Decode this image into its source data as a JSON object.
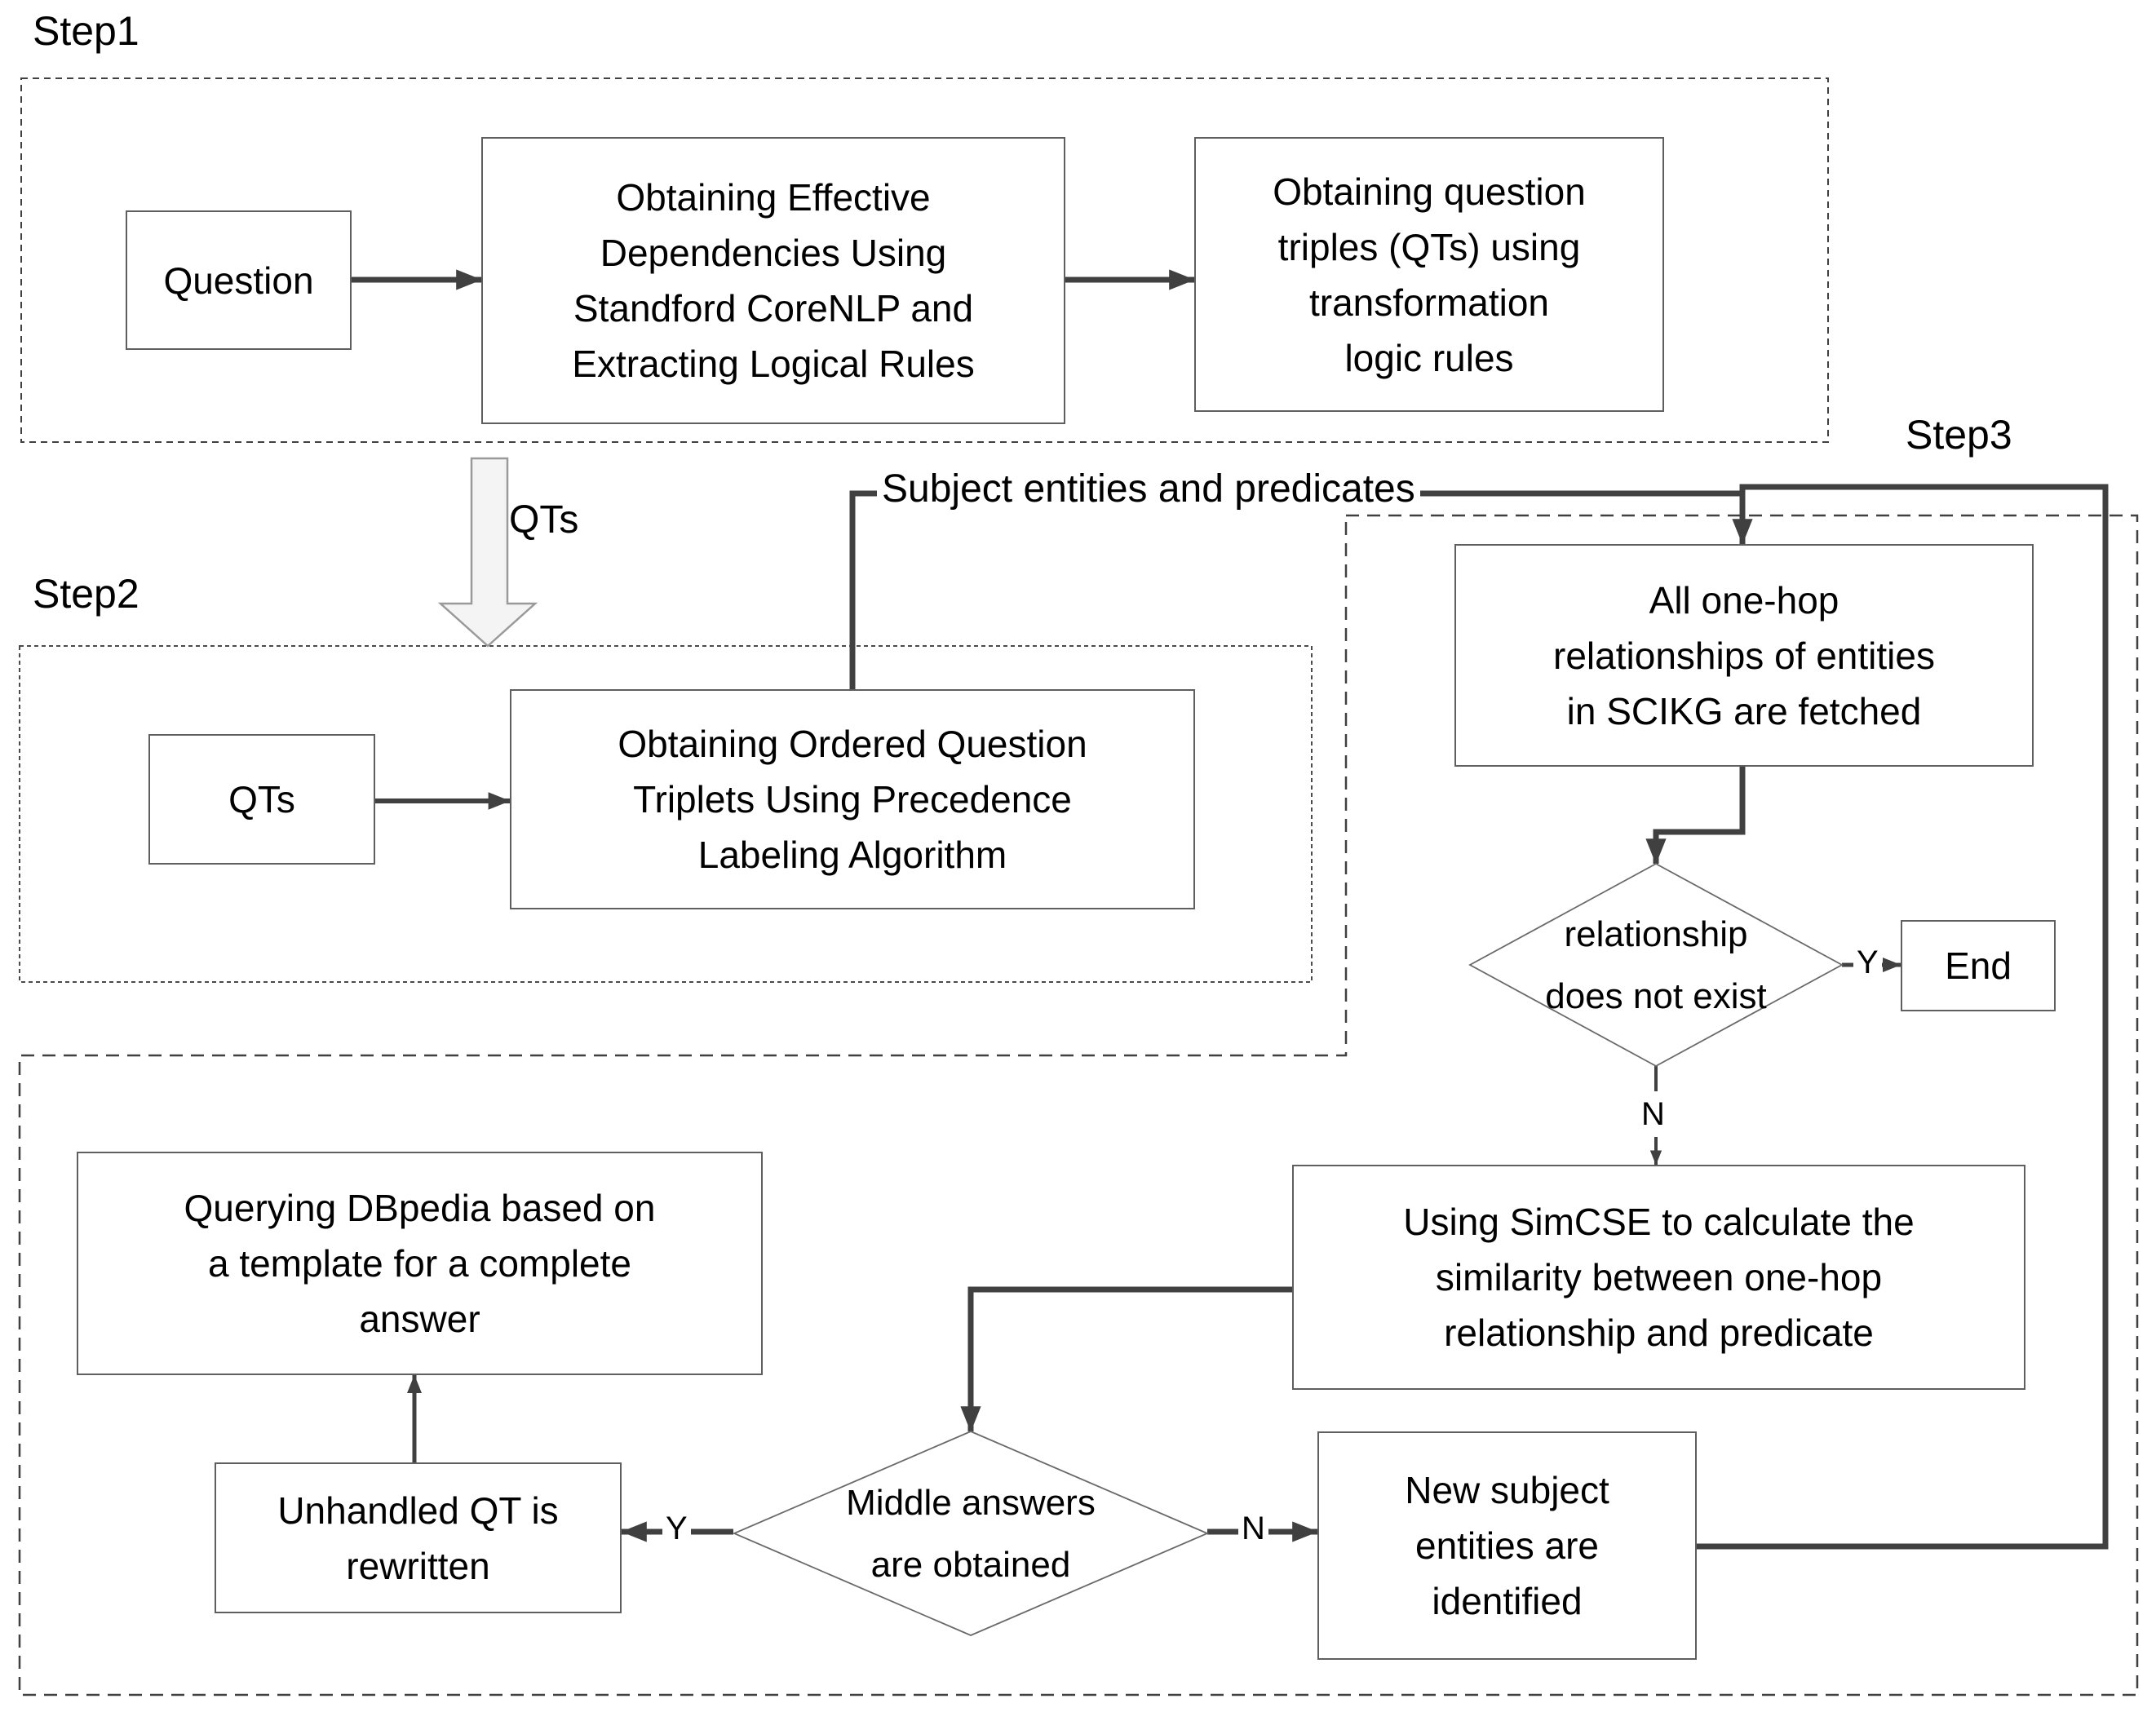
{
  "steps": {
    "step1": "Step1",
    "step2": "Step2",
    "step3": "Step3"
  },
  "nodes": {
    "question": {
      "label": "Question"
    },
    "dependencies": {
      "label": "Obtaining Effective\nDependencies Using\nStandford CoreNLP and\nExtracting Logical Rules"
    },
    "question_triples": {
      "label": "Obtaining question\ntriples (QTs) using\ntransformation\nlogic rules"
    },
    "qts": {
      "label": "QTs"
    },
    "ordered_triplets": {
      "label": "Obtaining Ordered Question\nTriplets Using Precedence\nLabeling Algorithm"
    },
    "one_hop": {
      "label": "All one-hop\nrelationships of entities\nin SCIKG are fetched"
    },
    "relationship_exists": {
      "label": "relationship\ndoes not exist"
    },
    "end": {
      "label": "End"
    },
    "simcse": {
      "label": "Using SimCSE to calculate the\nsimilarity between one-hop\nrelationship and predicate"
    },
    "middle_answers": {
      "label": "Middle answers\nare obtained"
    },
    "new_subject": {
      "label": "New subject\nentities are\nidentified"
    },
    "dbpedia": {
      "label": "Querying DBpedia based on\na template for a complete\nanswer"
    },
    "unhandled_qt": {
      "label": "Unhandled QT is\nrewritten"
    }
  },
  "edge_labels": {
    "qts_arrow": "QTs",
    "subject_entities": "Subject entities and predicates",
    "yes_relationship": "Y",
    "no_relationship": "N",
    "yes_middle": "Y",
    "no_middle": "N"
  },
  "colors": {
    "background": "#ffffff",
    "text": "#000000",
    "connector": "#404040",
    "box_border": "#5f5f5f",
    "dashed_border": "#404040",
    "block_arrow_fill": "#f4f4f4",
    "block_arrow_border": "#9a9a9a"
  }
}
